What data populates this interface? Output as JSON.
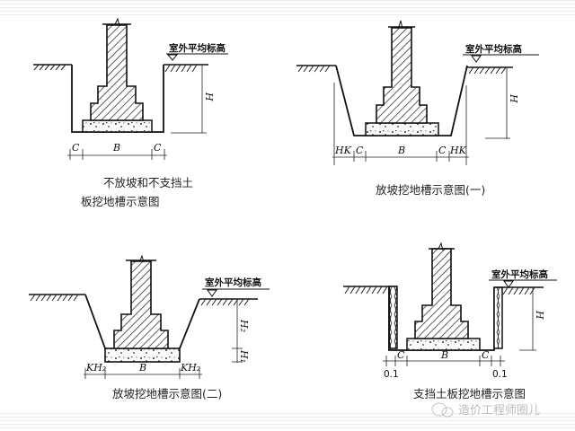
{
  "diagrams": [
    {
      "caption_line1": "不放坡和不支挡土",
      "caption_line2": "板挖地槽示意图",
      "elevation_label": "室外平均标高",
      "dims": {
        "c_left": "C",
        "b": "B",
        "c_right": "C",
        "height": "H"
      }
    },
    {
      "caption": "放坡挖地槽示意图(一)",
      "elevation_label": "室外平均标高",
      "dims": {
        "hk_left": "HK",
        "c_left": "C",
        "b": "B",
        "c_right": "C",
        "hk_right": "HK",
        "height": "H"
      }
    },
    {
      "caption": "放坡挖地槽示意图(二)",
      "elevation_label": "室外平均标高",
      "dims": {
        "kh_left": "KH₂",
        "b": "B",
        "kh_right": "KH₂",
        "h2": "H₂",
        "h1": "H₁"
      }
    },
    {
      "caption": "支挡土板挖地槽示意图",
      "elevation_label": "室外平均标高",
      "dims": {
        "c_left": "C",
        "b": "B",
        "c_right": "C",
        "height": "H",
        "board_left": "0.1",
        "board_right": "0.1"
      }
    }
  ],
  "watermark": "造价工程师圈儿"
}
